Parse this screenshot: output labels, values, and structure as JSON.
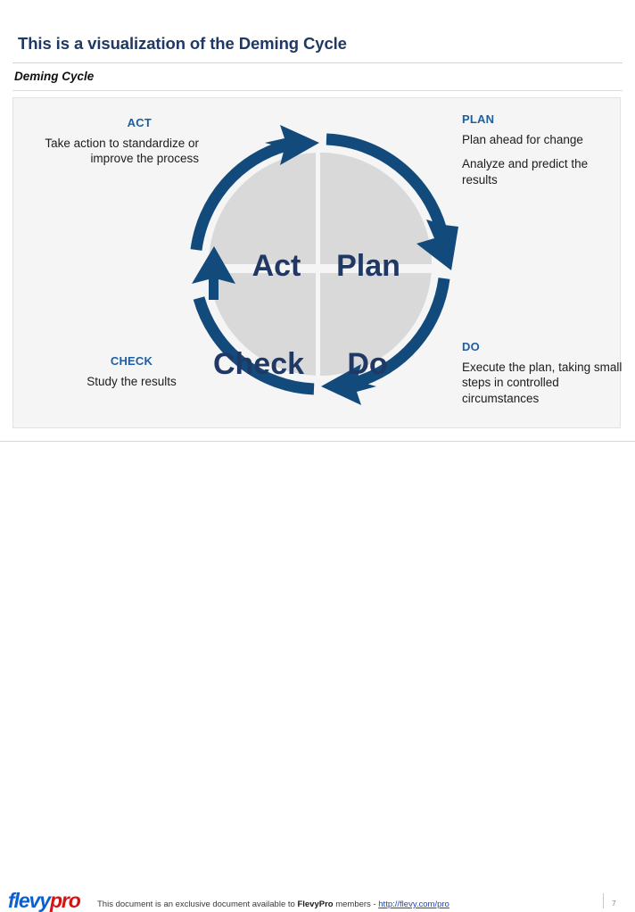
{
  "slide": {
    "title": "This is a visualization of the Deming Cycle",
    "section_label": "Deming Cycle",
    "title_color": "#1f3864",
    "panel_bg": "#f5f5f5"
  },
  "diagram": {
    "name": "deming-pdca-cycle",
    "quadrant_fill": "#d9d9d9",
    "arrow_color": "#134a7c",
    "label_color": "#1f3864",
    "direction": "clockwise",
    "quadrants": [
      {
        "key": "plan",
        "label": "Plan",
        "position": "top-right"
      },
      {
        "key": "do",
        "label": "Do",
        "position": "bottom-right"
      },
      {
        "key": "check",
        "label": "Check",
        "position": "bottom-left"
      },
      {
        "key": "act",
        "label": "Act",
        "position": "top-left"
      }
    ]
  },
  "annotations": {
    "act": {
      "heading": "ACT",
      "body": [
        "Take action to standardize or improve the process"
      ]
    },
    "plan": {
      "heading": "PLAN",
      "body": [
        "Plan ahead for change",
        "Analyze and predict the results"
      ]
    },
    "do": {
      "heading": "DO",
      "body": [
        "Execute the plan, taking small steps in controlled circumstances"
      ]
    },
    "check": {
      "heading": "CHECK",
      "body": [
        "Study the results"
      ]
    }
  },
  "footer": {
    "logo_primary": "flevy",
    "logo_secondary": "pro",
    "note_prefix": "This document is an exclusive document available to ",
    "note_brand": "FlevyPro",
    "note_middle": " members - ",
    "note_link": "http://flevy.com/pro",
    "page_number": "7",
    "logo_primary_color": "#0b5fd0",
    "logo_secondary_color": "#d41414"
  }
}
